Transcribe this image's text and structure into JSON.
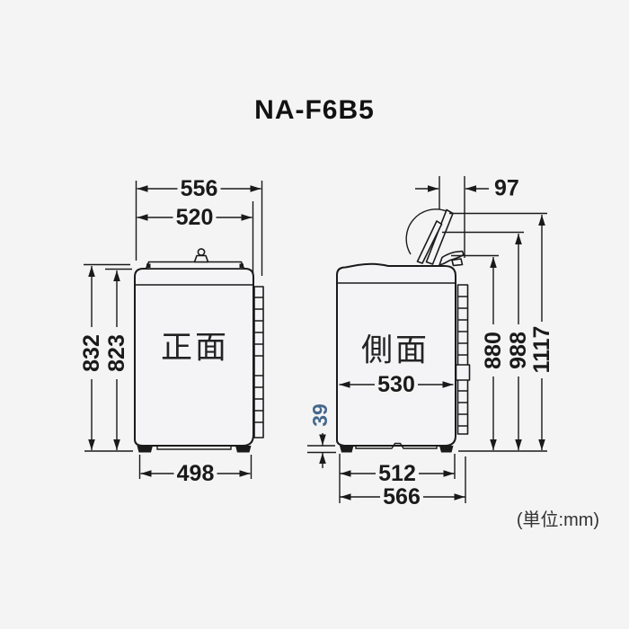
{
  "page": {
    "title": "NA-F6B5",
    "unit_note": "(単位:mm)",
    "background": "#f4f4f5"
  },
  "colors": {
    "red": "#b93b3d",
    "blue": "#44688c",
    "orange": "#e2892f",
    "ink": "#1a1a1a"
  },
  "front_view": {
    "label": "正面",
    "dims": {
      "overall_width": "556",
      "lid_width": "520",
      "overall_height": "832",
      "body_height": "823",
      "base_width": "498"
    }
  },
  "side_view": {
    "label": "側面",
    "dims": {
      "lid_rear_offset": "97",
      "body_depth": "530",
      "base_clearance": "39",
      "base_depth": "512",
      "overall_depth": "566",
      "height_body_rear": "880",
      "height_lid_mid": "988",
      "height_lid_open": "1117"
    }
  }
}
